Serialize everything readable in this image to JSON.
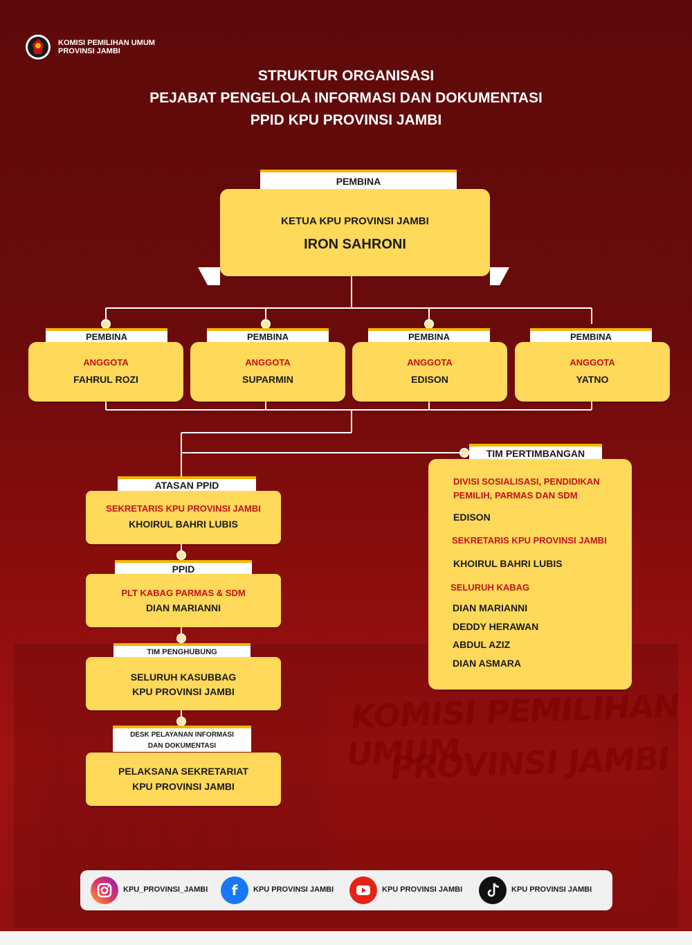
{
  "header": {
    "org_line1": "KOMISI PEMILIHAN UMUM",
    "org_line2": "PROVINSI JAMBI",
    "title_line1": "STRUKTUR ORGANISASI",
    "title_line2": "PEJABAT PENGELOLA INFORMASI DAN DOKUMENTASI",
    "title_line3": "PPID KPU PROVINSI JAMBI"
  },
  "top": {
    "tab": "PEMBINA",
    "role": "KETUA KPU PROVINSI JAMBI",
    "name": "IRON SAHRONI"
  },
  "members": [
    {
      "tab": "PEMBINA",
      "role": "ANGGOTA",
      "name": "FAHRUL ROZI"
    },
    {
      "tab": "PEMBINA",
      "role": "ANGGOTA",
      "name": "SUPARMIN"
    },
    {
      "tab": "PEMBINA",
      "role": "ANGGOTA",
      "name": "EDISON"
    },
    {
      "tab": "PEMBINA",
      "role": "ANGGOTA",
      "name": "YATNO"
    }
  ],
  "chain": [
    {
      "tab": "ATASAN PPID",
      "role": "SEKRETARIS KPU PROVINSI JAMBI",
      "name": "KHOIRUL BAHRI LUBIS"
    },
    {
      "tab": "PPID",
      "role": "PLT KABAG PARMAS & SDM",
      "name": "DIAN MARIANNI"
    },
    {
      "tab": "TIM PENGHUBUNG",
      "line1": "SELURUH KASUBBAG",
      "line2": "KPU PROVINSI JAMBI"
    },
    {
      "tab_line1": "DESK PELAYANAN INFORMASI",
      "tab_line2": "DAN DOKUMENTASI",
      "line1": "PELAKSANA SEKRETARIAT",
      "line2": "KPU PROVINSI JAMBI"
    }
  ],
  "tim": {
    "tab": "TIM PERTIMBANGAN",
    "div_line1": "DIVISI SOSIALISASI, PENDIDIKAN",
    "div_line2": "PEMILIH, PARMAS DAN SDM",
    "div_name": "EDISON",
    "sek_role": "SEKRETARIS KPU PROVINSI JAMBI",
    "sek_name": "KHOIRUL BAHRI LUBIS",
    "kabag_role": "SELURUH KABAG",
    "kabag_names": [
      "DIAN MARIANNI",
      "DEDDY HERAWAN",
      "ABDUL AZIZ",
      "DIAN ASMARA"
    ]
  },
  "background": {
    "sign_line1": "KOMISI PEMILIHAN UMUM",
    "sign_line2": "PROVINSI JAMBI"
  },
  "social": [
    {
      "icon": "instagram-icon",
      "label": "KPU_PROVINSI_JAMBI",
      "color": "#e1306c"
    },
    {
      "icon": "facebook-icon",
      "label": "KPU PROVINSI JAMBI",
      "color": "#1877f2"
    },
    {
      "icon": "youtube-icon",
      "label": "KPU PROVINSI JAMBI",
      "color": "#e62117"
    },
    {
      "icon": "tiktok-icon",
      "label": "KPU PROVINSI JAMBI",
      "color": "#111111"
    }
  ],
  "colors": {
    "card": "#ffd95a",
    "accent": "#f5b400",
    "role_red": "#c4121a",
    "background": "#6a0b0b"
  }
}
